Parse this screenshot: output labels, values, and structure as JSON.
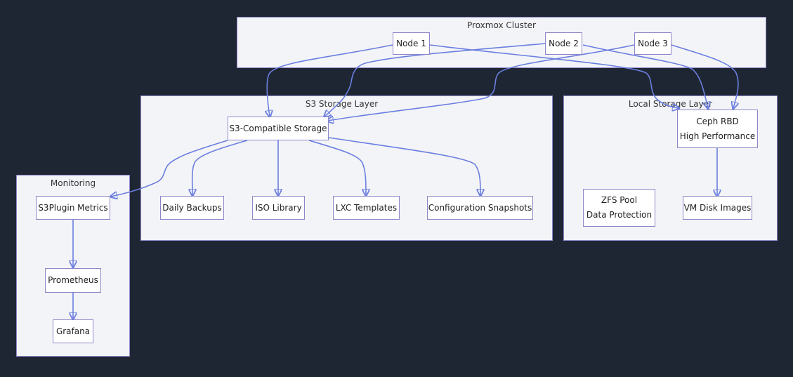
{
  "clusters": {
    "proxmox": "Proxmox Cluster",
    "s3": "S3 Storage Layer",
    "local": "Local Storage Layer",
    "monitoring": "Monitoring"
  },
  "nodes": {
    "node1": "Node 1",
    "node2": "Node 2",
    "node3": "Node 3",
    "s3_storage": "S3-Compatible Storage",
    "daily_backups": "Daily Backups",
    "iso_library": "ISO Library",
    "lxc_templates": "LXC Templates",
    "config_snapshots": "Configuration Snapshots",
    "ceph_line1": "Ceph RBD",
    "ceph_line2": "High Performance",
    "zfs_line1": "ZFS Pool",
    "zfs_line2": "Data Protection",
    "vm_disk_images": "VM Disk Images",
    "s3plugin_metrics": "S3Plugin Metrics",
    "prometheus": "Prometheus",
    "grafana": "Grafana"
  },
  "colors": {
    "background": "#1f2633",
    "cluster_fill": "#f3f4f7",
    "border": "#8e86c9",
    "edge": "#6b7fe0"
  }
}
